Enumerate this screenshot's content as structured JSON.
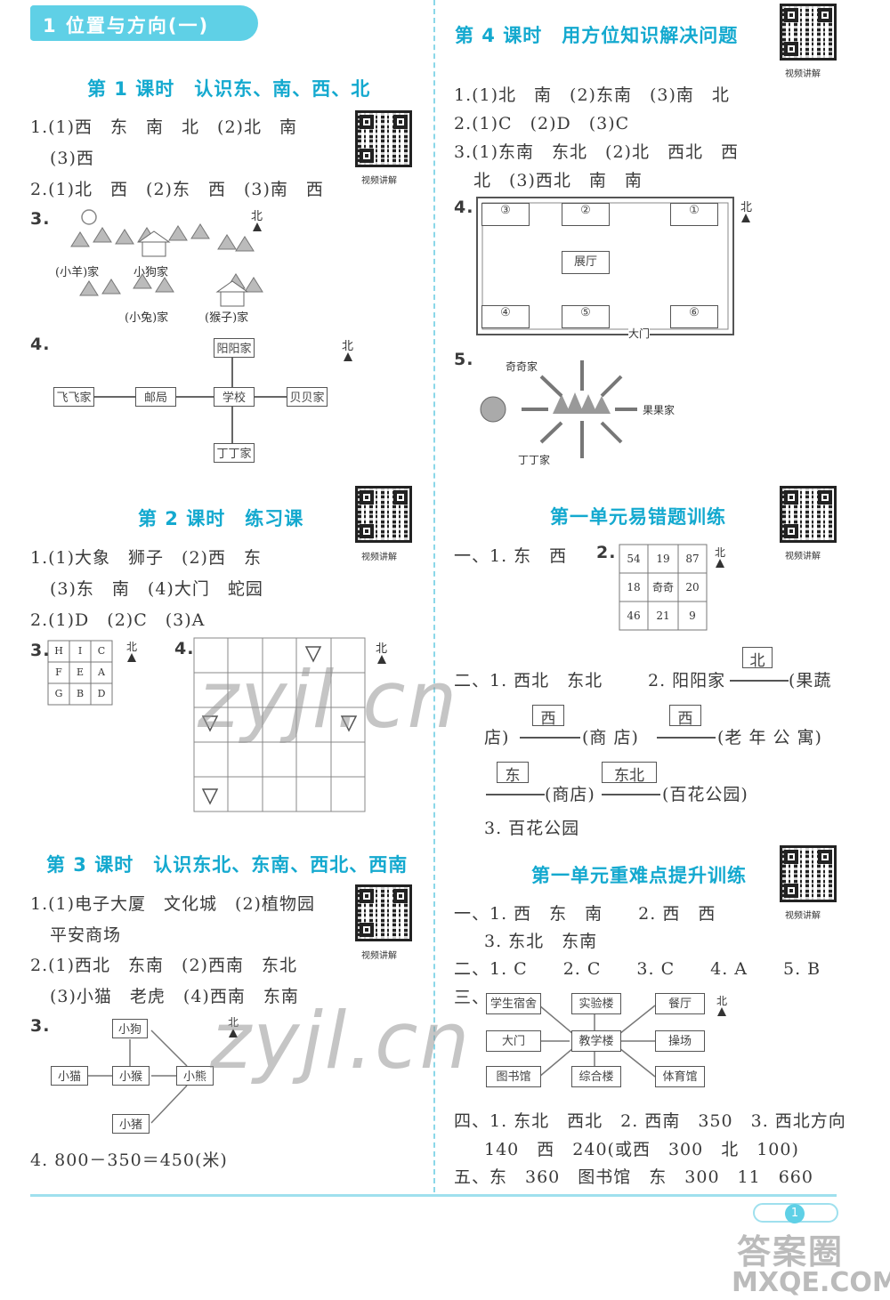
{
  "banner": "1 位置与方向(一)",
  "qr_label": "视频讲解",
  "left": {
    "lesson1": {
      "title": "第 1 课时　认识东、南、西、北",
      "q1a": "1.(1)西　东　南　北　(2)北　南",
      "q1b": "(3)西",
      "q2": "2.(1)北　西　(2)东　西　(3)南　西",
      "q3_label": "3.",
      "q3_north": "北",
      "q3_names": [
        "(小羊)家",
        "小狗家",
        "(小兔)家",
        "(猴子)家"
      ],
      "q4_label": "4.",
      "q4_north": "北",
      "q4_boxes": [
        "阳阳家",
        "飞飞家",
        "邮局",
        "学校",
        "贝贝家",
        "丁丁家"
      ]
    },
    "lesson2": {
      "title": "第 2 课时　练习课",
      "q1a": "1.(1)大象　狮子　(2)西　东",
      "q1b": "(3)东　南　(4)大门　蛇园",
      "q2": "2.(1)D　(2)C　(3)A",
      "q3_label": "3.",
      "q3_grid": [
        "H",
        "I",
        "C",
        "F",
        "E",
        "A",
        "G",
        "B",
        "D"
      ],
      "q3_north": "北",
      "q4_label": "4.",
      "q4_north": "北"
    },
    "lesson3": {
      "title": "第 3 课时　认识东北、东南、西北、西南",
      "q1a": "1.(1)电子大厦　文化城　(2)植物园",
      "q1b": "平安商场",
      "q2a": "2.(1)西北　东南　(2)西南　东北",
      "q2b": "(3)小猫　老虎　(4)西南　东南",
      "q3_label": "3.",
      "q3_north": "北",
      "q3_boxes": [
        "小狗",
        "小猫",
        "小猴",
        "小熊",
        "小猪"
      ],
      "q4": "4. 800－350＝450(米)"
    }
  },
  "right": {
    "lesson4": {
      "title": "第 4 课时　用方位知识解决问题",
      "q1": "1.(1)北　南　(2)东南　(3)南　北",
      "q2": "2.(1)C　(2)D　(3)C",
      "q3a": "3.(1)东南　东北　(2)北　西北　西",
      "q3b": "北　(3)西北　南　南",
      "q4_label": "4.",
      "q4_north": "北",
      "q4_rooms": [
        "③",
        "②",
        "①",
        "展厅",
        "④",
        "⑤",
        "⑥"
      ],
      "q4_gate": "大门",
      "q5_label": "5.",
      "q5_names": [
        "奇奇家",
        "果果家",
        "丁丁家"
      ]
    },
    "errors": {
      "title": "第一单元易错题训练",
      "s1": "一、1. 东　西",
      "s2_label": "2.",
      "s2_grid": [
        "54",
        "19",
        "87",
        "18",
        "奇奇",
        "20",
        "46",
        "21",
        "9"
      ],
      "s2_north": "北",
      "s3": "二、1. 西北　东北",
      "s4": "2. 阳阳家",
      "dir": [
        "北",
        "西",
        "西",
        "东",
        "东北"
      ],
      "p1": "(果蔬",
      "p2": "店)",
      "p3": "(商 店)",
      "p4": "(老 年 公 寓)",
      "p5": "(商店)",
      "p6": "(百花公园)",
      "s5": "3. 百花公园"
    },
    "advance": {
      "title": "第一单元重难点提升训练",
      "a1": "一、1. 西　东　南　　2. 西　西",
      "a2": "3. 东北　东南",
      "a3": "二、1. C　　2. C　　3. C　　4. A　　5. B",
      "a4_label": "三、",
      "a4_north": "北",
      "a4_boxes": [
        "学生宿舍",
        "实验楼",
        "餐厅",
        "大门",
        "教学楼",
        "操场",
        "图书馆",
        "综合楼",
        "体育馆"
      ],
      "a5a": "四、1. 东北　西北　2. 西南　350　3. 西北方向",
      "a5b": "140　西　240(或西　300　北　100)",
      "a6": "五、东　360　图书馆　东　300　11　660"
    }
  },
  "watermarks": [
    "zyjl.cn",
    "zyjl.cn"
  ],
  "footer": {
    "page": "1",
    "site": "MXQE.COM",
    "logo": "答案圈"
  }
}
